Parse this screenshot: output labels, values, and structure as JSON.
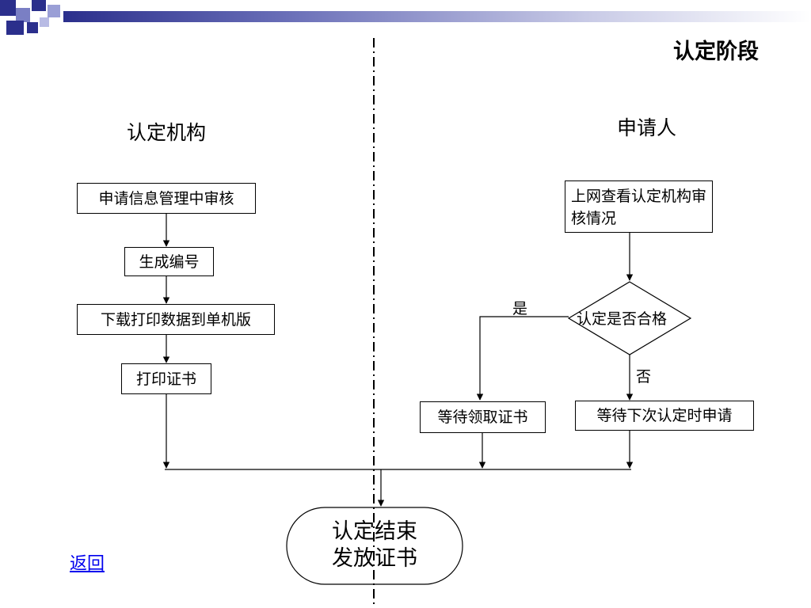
{
  "title": "认定阶段",
  "columns": {
    "left_title": "认定机构",
    "right_title": "申请人"
  },
  "left_steps": [
    "申请信息管理中审核",
    "生成编号",
    "下载打印数据到单机版",
    "打印证书"
  ],
  "right_steps": {
    "check": "上网查看认定机构审核情况",
    "decision": "认定是否合格",
    "yes_label": "是",
    "no_label": "否",
    "yes_result": "等待领取证书",
    "no_result": "等待下次认定时申请"
  },
  "end": {
    "line1": "认定结束",
    "line2": "发放证书"
  },
  "back_link": "返回"
}
